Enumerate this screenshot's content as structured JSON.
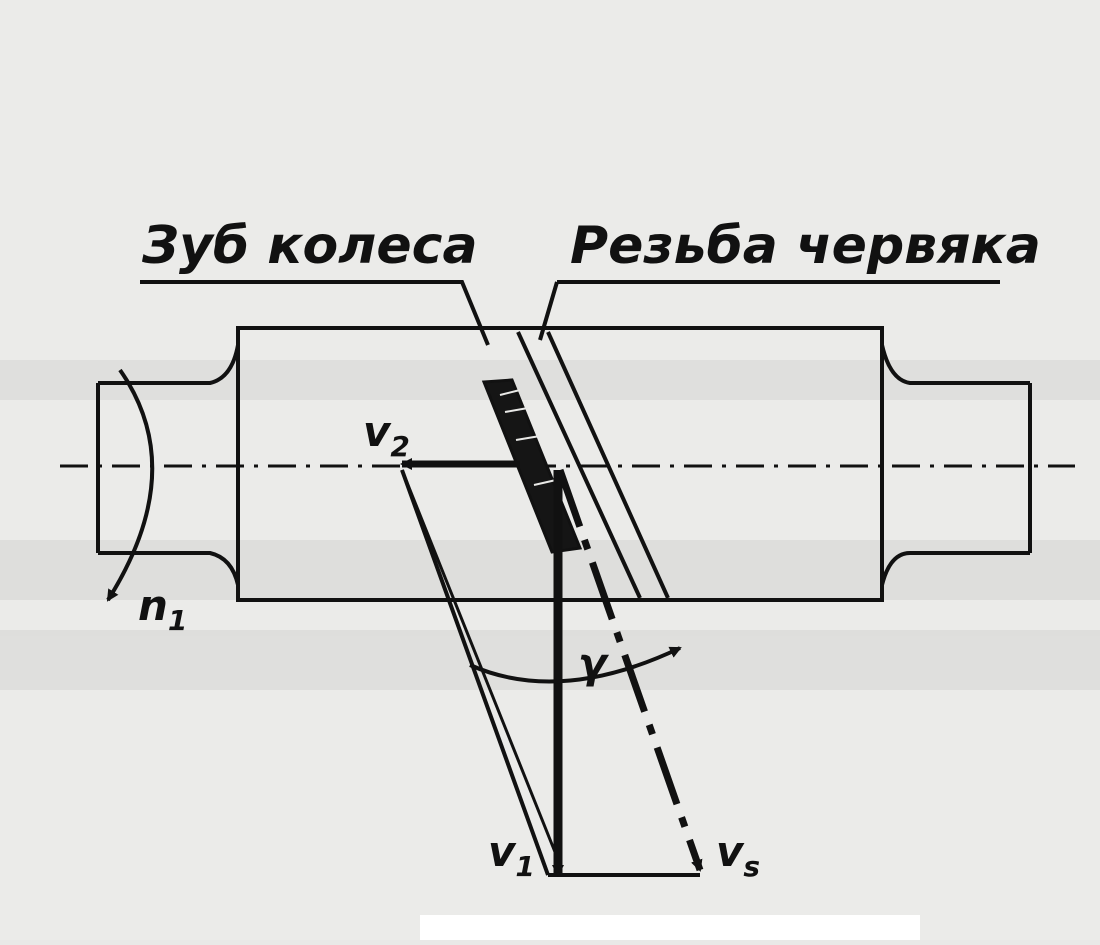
{
  "diagram": {
    "labels": {
      "wheel_tooth": "Зуб колеса",
      "worm_thread": "Резьба червяка"
    },
    "symbols": {
      "wheel_velocity_main": "v",
      "wheel_velocity_sub": "2",
      "rotation_main": "n",
      "rotation_sub": "1",
      "lead_angle": "γ",
      "worm_velocity_main": "v",
      "worm_velocity_sub": "1",
      "sliding_velocity_main": "v",
      "sliding_velocity_sub": "s"
    },
    "colors": {
      "ink": "#111111",
      "paper": "#ebebe9"
    }
  }
}
